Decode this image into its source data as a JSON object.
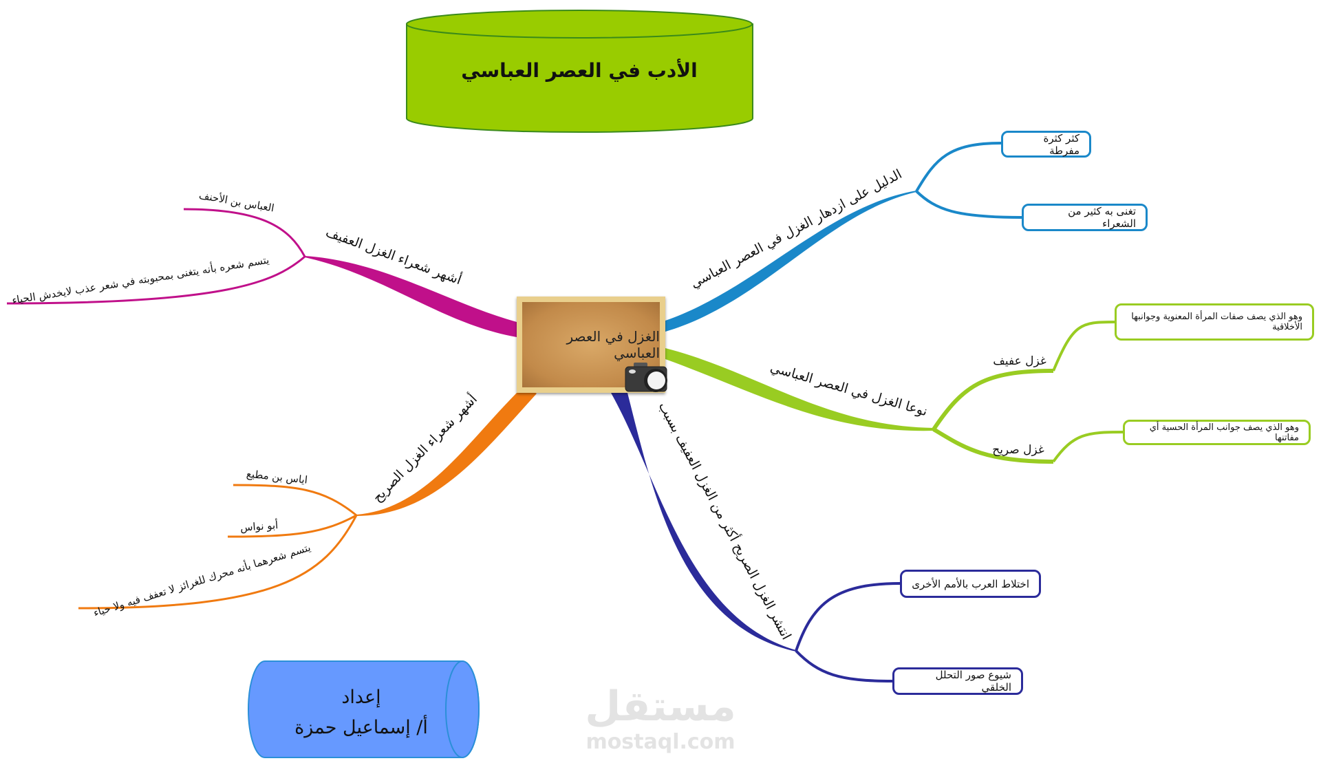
{
  "title": "الأدب في العصر العباسي",
  "center": "الغزل في العصر العباسي",
  "author": {
    "line1": "إعداد",
    "line2": "أ/ إسماعيل حمزة"
  },
  "colors": {
    "title_fill": "#99cc00",
    "author_fill": "#6699ff",
    "blue": "#1a88c9",
    "green": "#99cc22",
    "navy": "#2b2b9a",
    "orange": "#f07a10",
    "magenta": "#c0108a"
  },
  "branches": {
    "evidence": {
      "label": "الدليل على ازدهار الغزل في العصر العباسي",
      "items": [
        "كثر كثرة مفرطة",
        "تغنى به كثير من الشعراء"
      ]
    },
    "types": {
      "label": "نوعا الغزل في العصر العباسي",
      "items": [
        {
          "label": "غزل عفيف",
          "desc": "وهو الذي يصف صفات المرأة المعنوية وجوانبها الأخلاقية"
        },
        {
          "label": "غزل صريح",
          "desc": "وهو الذي يصف جوانب المرأة الحسية أي مفاتنها"
        }
      ]
    },
    "spread": {
      "label": "انتشر الغزل الصريح أكثر من الغزل العفيف بسبب",
      "items": [
        "اختلاط العرب بالأمم الأخرى",
        "شيوع صور التحلل الخلقي"
      ]
    },
    "explicit_poets": {
      "label": "أشهر شعراء الغزل الصريح",
      "items": [
        "اياس بن مطيع",
        "أبو نواس",
        "يتسم شعرهما بأنه محرك للغرائز لا تعفف فيه ولا حياء"
      ]
    },
    "chaste_poets": {
      "label": "أشهر شعراء الغزل العفيف",
      "items": [
        "العباس بن الأحنف",
        "يتسم شعره بأنه يتغنى بمحبوبته في شعر عذب لايخدش الحياء"
      ]
    }
  },
  "watermark": {
    "arabic": "مستقل",
    "latin": "mostaql.com"
  }
}
